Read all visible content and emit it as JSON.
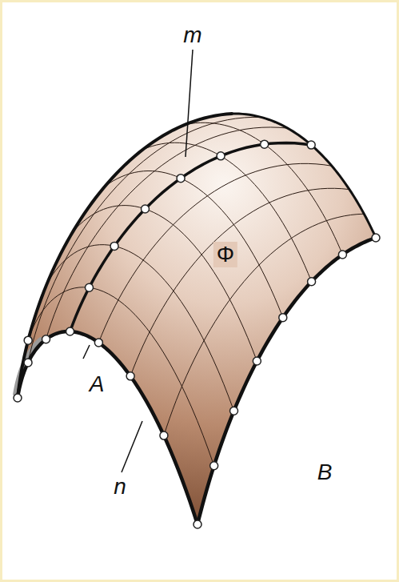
{
  "diagram": {
    "labels": [
      "m",
      "Φ",
      "A",
      "n",
      "B"
    ]
  }
}
